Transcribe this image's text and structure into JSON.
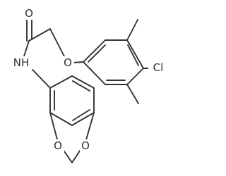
{
  "molecule": {
    "atoms": {
      "carbonyl_oxygen": "O",
      "amide_nitrogen": "NH",
      "ether_oxygen": "O",
      "chlorine": "Cl",
      "dioxole_oxygen_left": "O",
      "dioxole_oxygen_right": "O"
    }
  }
}
